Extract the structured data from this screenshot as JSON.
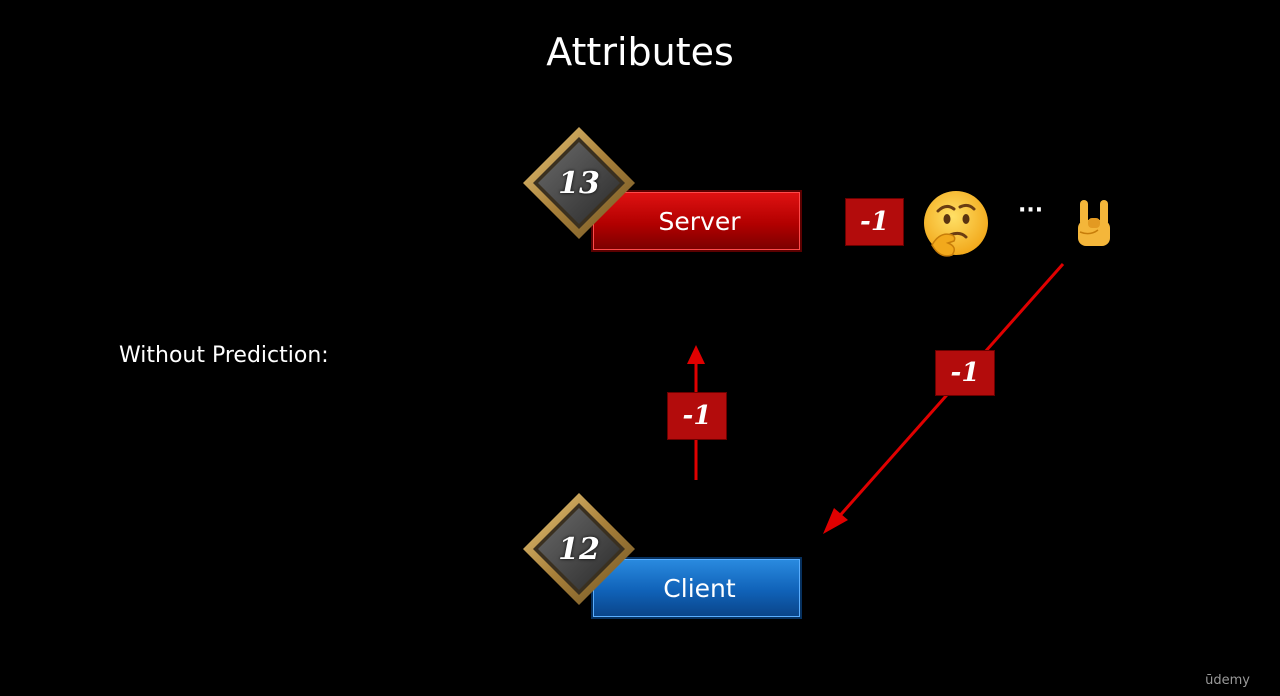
{
  "title": "Attributes",
  "side_label": "Without Prediction:",
  "server": {
    "label": "Server",
    "value": "13"
  },
  "client": {
    "label": "Client",
    "value": "12"
  },
  "deltas": {
    "server_side": "-1",
    "diagonal": "-1",
    "vertical": "-1"
  },
  "ellipsis": "···",
  "watermark": "ūdemy",
  "colors": {
    "server": "#b20000",
    "client": "#1062b8",
    "arrow": "#e00000",
    "badge_border": "#c29a4a"
  },
  "icons": [
    "thinking-face-icon",
    "rock-hand-icon",
    "arrow-up-icon",
    "arrow-diagonal-icon"
  ]
}
